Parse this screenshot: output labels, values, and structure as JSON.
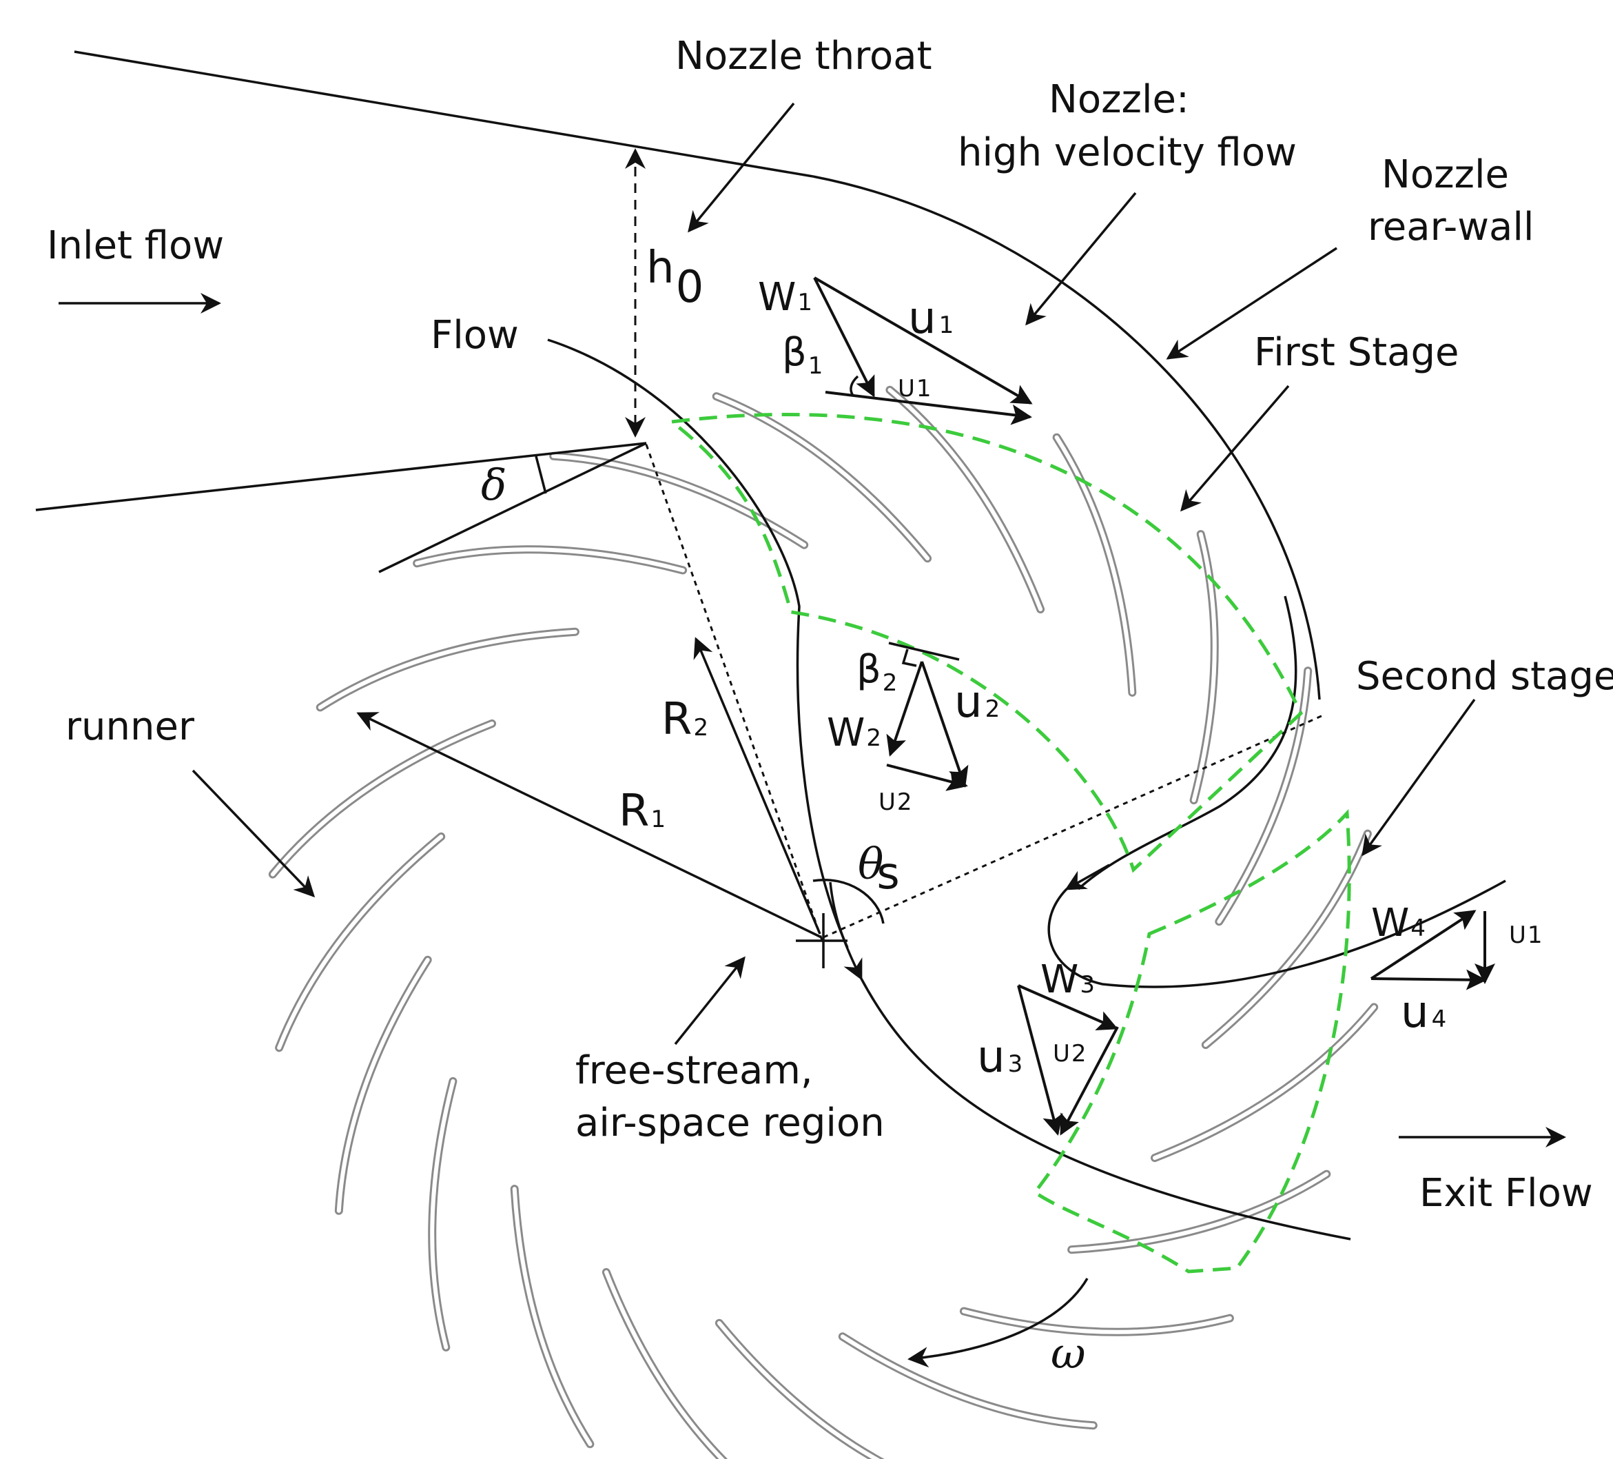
{
  "labels": {
    "nozzle_throat": "Nozzle throat",
    "nozzle_line1": "Nozzle:",
    "nozzle_line2": "high velocity flow",
    "rear_wall_line1": "Nozzle",
    "rear_wall_line2": "rear-wall",
    "inlet_flow": "Inlet flow",
    "flow": "Flow",
    "first_stage": "First Stage",
    "second_stage": "Second stage",
    "runner": "runner",
    "free_stream_line1": "free-stream,",
    "free_stream_line2": "air-space region",
    "exit_flow": "Exit Flow"
  },
  "symbols": {
    "h0": "h",
    "h0_sub": "0",
    "delta": "δ",
    "R1": "R",
    "R1_sub": "1",
    "R2": "R",
    "R2_sub": "2",
    "theta_s": "θ",
    "theta_s_sub": "s",
    "omega": "ω",
    "W1": "W",
    "W1_sub": "1",
    "u1": "u",
    "u1_sub": "1",
    "beta1": "β",
    "beta1_sub": "1",
    "U1": "U",
    "U1_sub": "1",
    "beta2": "β",
    "beta2_sub": "2",
    "W2": "W",
    "W2_sub": "2",
    "u2": "u",
    "u2_sub": "2",
    "U2": "U",
    "U2_sub": "2",
    "W3": "W",
    "W3_sub": "3",
    "u3": "u",
    "u3_sub": "3",
    "U2b": "U",
    "U2b_sub": "2",
    "W4": "W",
    "W4_sub": "4",
    "U1b": "U",
    "U1b_sub": "1",
    "u4": "u",
    "u4_sub": "4"
  },
  "colors": {
    "stage_boundary": "#3ccb3c",
    "line": "#111111",
    "blade": "#8a8a8a"
  },
  "runner": {
    "blade_count": 20
  }
}
